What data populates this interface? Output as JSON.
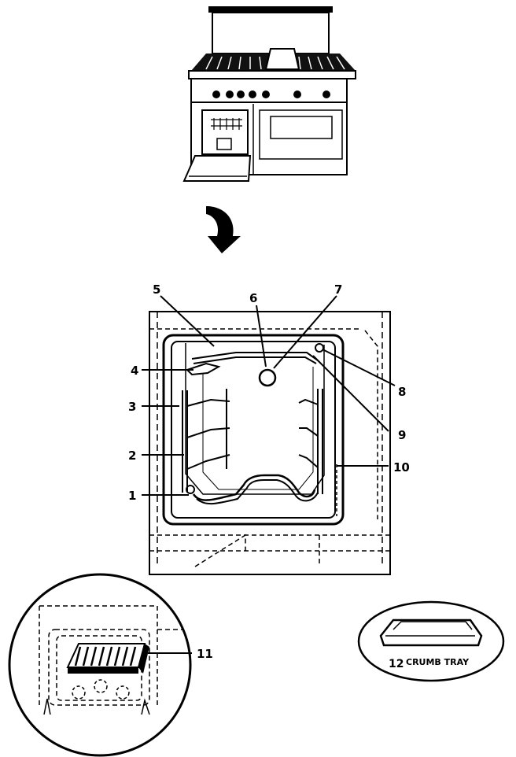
{
  "callouts": [
    {
      "id": "1",
      "text": "1"
    },
    {
      "id": "2",
      "text": "2"
    },
    {
      "id": "3",
      "text": "3"
    },
    {
      "id": "4",
      "text": "4"
    },
    {
      "id": "5",
      "text": "5"
    },
    {
      "id": "6",
      "text": "6"
    },
    {
      "id": "7",
      "text": "7"
    },
    {
      "id": "8",
      "text": "8"
    },
    {
      "id": "9",
      "text": "9"
    },
    {
      "id": "10",
      "text": "10"
    },
    {
      "id": "11",
      "text": "11"
    },
    {
      "id": "12",
      "text": "12"
    }
  ],
  "crumb_tray": {
    "label": "CRUMB TRAY"
  }
}
